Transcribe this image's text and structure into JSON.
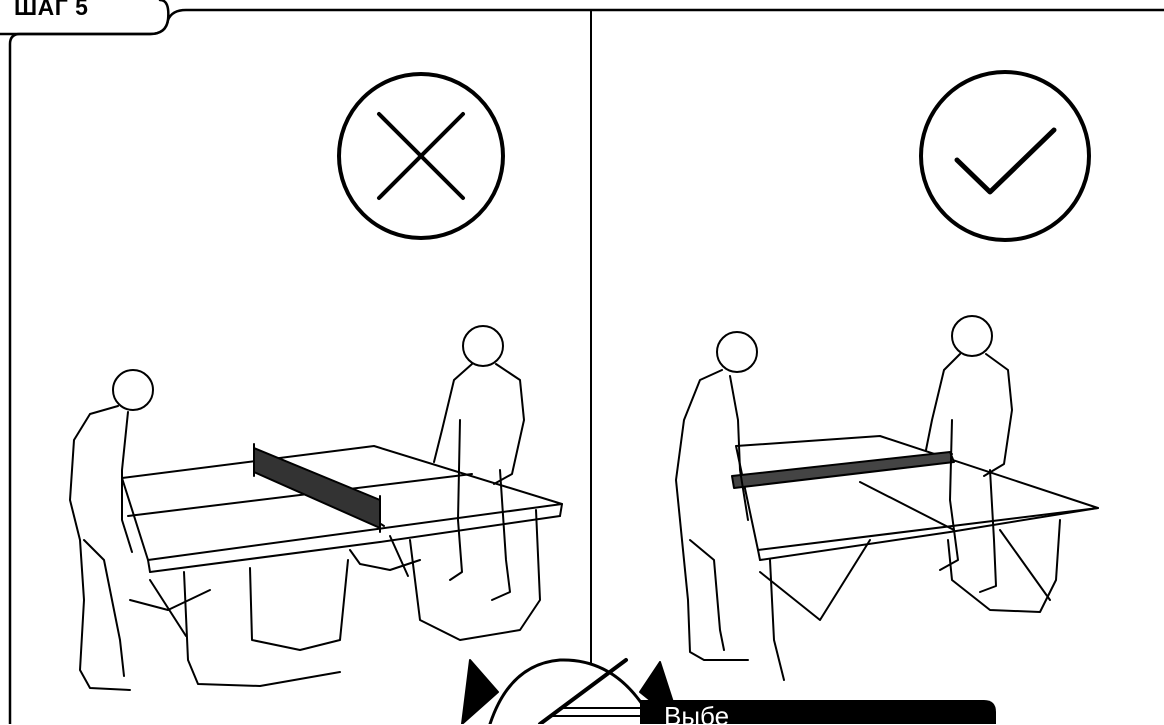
{
  "step": {
    "label": "ШАГ 5"
  },
  "panels": [
    {
      "status": "incorrect",
      "symbol": "cross-in-circle"
    },
    {
      "status": "correct",
      "symbol": "check-in-circle"
    }
  ],
  "footer": {
    "text": "Выбе"
  },
  "colors": {
    "ink": "#000000",
    "paper": "#ffffff"
  }
}
